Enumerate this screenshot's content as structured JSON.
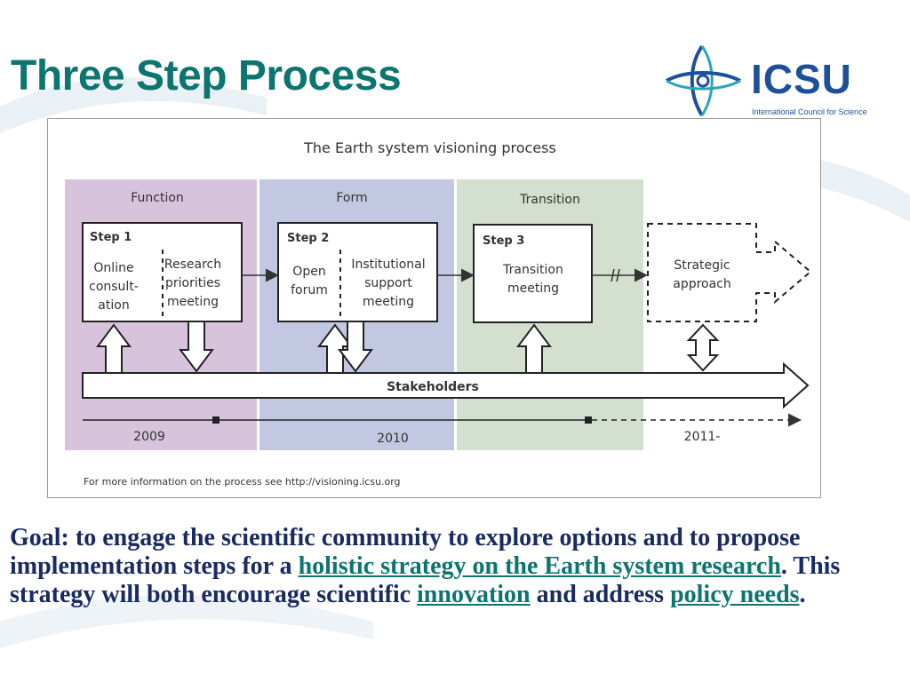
{
  "slide": {
    "title": "Three Step Process",
    "brand_color": "#0c7570",
    "text_color": "#1a2a63"
  },
  "logo": {
    "text": "ICSU",
    "subtitle": "International Council for Science",
    "color": "#1e4f9a"
  },
  "diagram": {
    "title": "The Earth system visioning process",
    "footer": "For more information on the process see http://visioning.icsu.org",
    "phases": [
      {
        "label": "Function",
        "color": "#d7c3dc"
      },
      {
        "label": "Form",
        "color": "#c3c8e2"
      },
      {
        "label": "Transition",
        "color": "#d3dfcf"
      }
    ],
    "steps": [
      {
        "heading": "Step 1",
        "left_lines": [
          "Online",
          "consult-",
          "ation"
        ],
        "right_lines": [
          "Research",
          "priorities",
          "meeting"
        ]
      },
      {
        "heading": "Step 2",
        "left_lines": [
          "Open",
          "forum"
        ],
        "right_lines": [
          "Institutional",
          "support",
          "meeting"
        ]
      },
      {
        "heading": "Step 3",
        "center_lines": [
          "Transition",
          "meeting"
        ]
      }
    ],
    "strategic_lines": [
      "Strategic",
      "approach"
    ],
    "stakeholders_label": "Stakeholders",
    "years": [
      "2009",
      "2010",
      "2011-"
    ]
  },
  "goal": {
    "prefix": "Goal: to engage the scientific community to explore options and to propose implementation steps for a ",
    "link1": "holistic strategy on the Earth system research",
    "middle": ". This strategy will both encourage scientific ",
    "link2": "innovation",
    "middle2": " and address ",
    "link3": "policy needs",
    "suffix": "."
  }
}
